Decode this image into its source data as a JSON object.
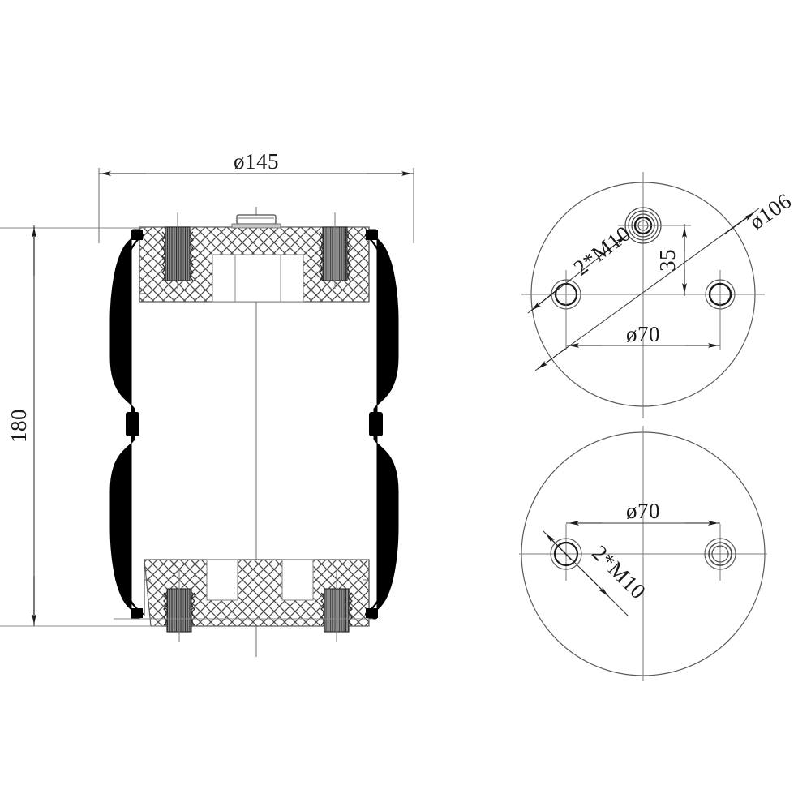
{
  "drawing": {
    "title": "Double Convoluted Air Spring Assembly Drawing",
    "background_color": "#ffffff",
    "line_color": "#3a3a3a",
    "bellows_color": "#000000",
    "hatch_color": "#555555",
    "thread_color": "#4a4a4a"
  },
  "views": {
    "section": {
      "name": "main-cross-section-view",
      "dimensions": {
        "outer_diameter": {
          "label": "ø145",
          "value": 145,
          "unit": "mm",
          "orientation": "horizontal",
          "position": "top"
        },
        "overall_height": {
          "label": "180",
          "value": 180,
          "unit": "mm",
          "orientation": "vertical",
          "position": "left"
        }
      }
    },
    "top_plate": {
      "name": "top-end-plate-view",
      "dimensions": {
        "plate_diameter": {
          "label": "ø106",
          "value": 106,
          "unit": "mm",
          "orientation": "diagonal"
        },
        "bolt_circle": {
          "label": "ø70",
          "value": 70,
          "unit": "mm",
          "orientation": "horizontal"
        },
        "stud_offset": {
          "label": "35",
          "value": 35,
          "unit": "mm",
          "orientation": "vertical"
        },
        "thread_callout": {
          "label": "2*M10",
          "value": "2*M10",
          "count": 2,
          "thread": "M10"
        }
      }
    },
    "bottom_plate": {
      "name": "bottom-end-plate-view",
      "dimensions": {
        "bolt_circle": {
          "label": "ø70",
          "value": 70,
          "unit": "mm",
          "orientation": "horizontal"
        },
        "thread_callout": {
          "label": "2*M10",
          "value": "2*M10",
          "count": 2,
          "thread": "M10"
        }
      }
    }
  },
  "labels": {
    "d145": "ø145",
    "h180": "180",
    "d106": "ø106",
    "d70_top": "ø70",
    "d70_bottom": "ø70",
    "v35": "35",
    "m10_top": "2*M10",
    "m10_bottom": "2*M10"
  }
}
